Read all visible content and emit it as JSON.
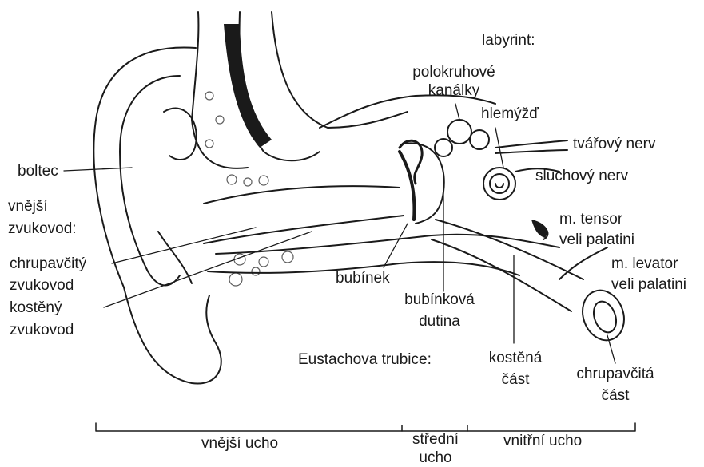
{
  "labels": {
    "labyrint": "labyrint:",
    "polokruhove_1": "polokruhové",
    "polokruhove_2": "kanálky",
    "hlemyzd": "hlemýžď",
    "tvarovy_nerv": "tvářový nerv",
    "sluchovy_nerv": "sluchový nerv",
    "boltec": "boltec",
    "vnejsi_1": "vnější",
    "vnejsi_2": "zvukovod:",
    "chrupavcity_1": "chrupavčitý",
    "chrupavcity_2": "zvukovod",
    "kosteny_1": "kostěný",
    "kosteny_2": "zvukovod",
    "bubinek": "bubínek",
    "bubinkova_1": "bubínková",
    "bubinkova_2": "dutina",
    "tensor_1": "m. tensor",
    "tensor_2": "veli palatini",
    "levator_1": "m. levator",
    "levator_2": "veli palatini",
    "eustachova": "Eustachova trubice:",
    "kostena_1": "kostěná",
    "kostena_2": "část",
    "chrupavcita_1": "chrupavčitá",
    "chrupavcita_2": "část",
    "vnejsi_ucho": "vnější ucho",
    "stredni_1": "střední",
    "stredni_2": "ucho",
    "vnitrni_ucho": "vnitřní ucho"
  },
  "colors": {
    "ink": "#1a1a1a",
    "paper": "#ffffff"
  }
}
